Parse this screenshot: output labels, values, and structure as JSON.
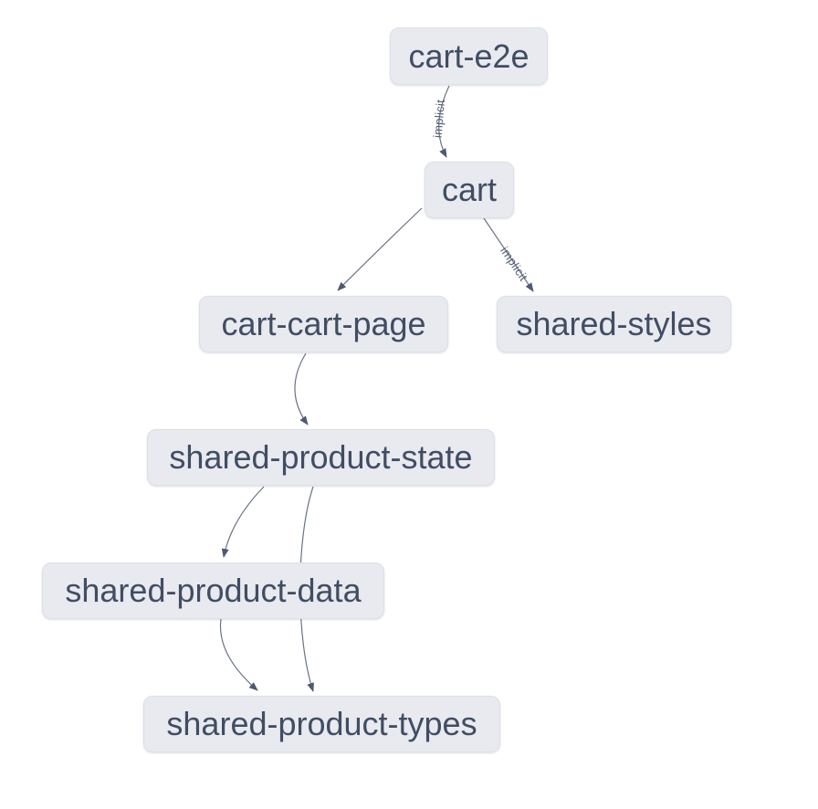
{
  "graph": {
    "type": "dependency-graph",
    "colors": {
      "background": "#ffffff",
      "node_fill": "#e8eaf0",
      "node_border": "#dce0e8",
      "node_text": "#414d63",
      "edge_stroke": "#6a7385",
      "edge_label_text": "#525e78",
      "arrowhead_fill": "#4e5a70"
    },
    "nodes": [
      {
        "id": "cart-e2e",
        "label": "cart-e2e"
      },
      {
        "id": "cart",
        "label": "cart"
      },
      {
        "id": "cart-cart-page",
        "label": "cart-cart-page"
      },
      {
        "id": "shared-styles",
        "label": "shared-styles"
      },
      {
        "id": "shared-product-state",
        "label": "shared-product-state"
      },
      {
        "id": "shared-product-data",
        "label": "shared-product-data"
      },
      {
        "id": "shared-product-types",
        "label": "shared-product-types"
      }
    ],
    "edges": [
      {
        "from": "cart-e2e",
        "to": "cart",
        "label": "implicit"
      },
      {
        "from": "cart",
        "to": "cart-cart-page",
        "label": ""
      },
      {
        "from": "cart",
        "to": "shared-styles",
        "label": "implicit"
      },
      {
        "from": "cart-cart-page",
        "to": "shared-product-state",
        "label": ""
      },
      {
        "from": "shared-product-state",
        "to": "shared-product-data",
        "label": ""
      },
      {
        "from": "shared-product-state",
        "to": "shared-product-types",
        "label": ""
      },
      {
        "from": "shared-product-data",
        "to": "shared-product-types",
        "label": ""
      }
    ]
  }
}
